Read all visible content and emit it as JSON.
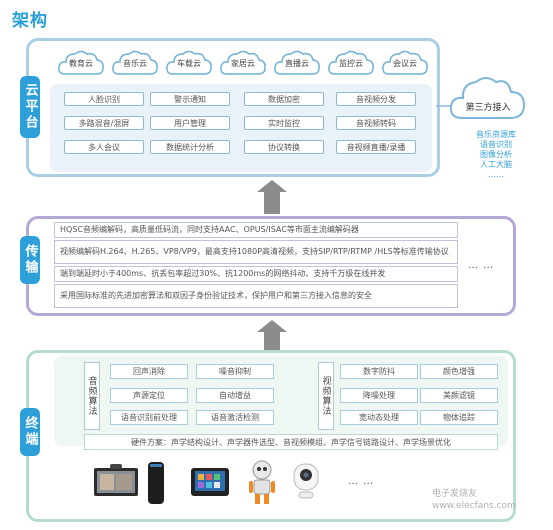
{
  "title": "架构",
  "cloud_platform": {
    "label": "云平台",
    "clouds": [
      "教育云",
      "音乐云",
      "车载云",
      "家居云",
      "直播云",
      "监控云",
      "会议云"
    ],
    "features": [
      [
        "人脸识别",
        "警示通知",
        "数据加密",
        "音视频分发"
      ],
      [
        "多路混音/混屏",
        "用户管理",
        "实时监控",
        "音视频转码"
      ],
      [
        "多人会议",
        "数据统计分析",
        "协议转换",
        "音视频直播/录播"
      ]
    ],
    "third_party": {
      "label": "第三方接入",
      "items": [
        "音乐资源库",
        "语音识别",
        "图像分析",
        "人工大脑",
        "……"
      ]
    }
  },
  "transmission": {
    "label": "传输",
    "rows": [
      "HQSC音频编解码，高质量低码流，同时支持AAC、OPUS/ISAC等市面主流编解码器",
      "视频编解码H.264、H.265、VP8/VP9，最高支持1080P高清视频，支持SIP/RTP/RTMP /HLS等标准传输协议",
      "端到端延时小于400ms、抗丢包率超过30%、抗1200ms的网络抖动、支持千万级在线并发",
      "采用国际标准的先进加密算法和双因子身份验证技术，保护用户和第三方接入信息的安全"
    ],
    "ellipsis": "… …"
  },
  "terminal": {
    "label": "终端",
    "audio": {
      "label": "音频算法",
      "items": [
        "回声消除",
        "噪音抑制",
        "声源定位",
        "自动增益",
        "语音识别前处理",
        "语音激活检测"
      ]
    },
    "video": {
      "label": "视频算法",
      "items": [
        "数字防抖",
        "颜色增强",
        "降噪处理",
        "美颜滤镜",
        "宽动态处理",
        "物体追踪"
      ]
    },
    "hardware": "硬件方案：声学结构设计、声学器件选型、音视频模组、声学信号链路设计、声学场景优化",
    "devices": [
      "video-conference-terminal",
      "smart-speaker",
      "car-head-unit",
      "robot",
      "ip-camera"
    ],
    "ellipsis": "… …"
  },
  "watermark": "电子发烧友 www.elecfans.com"
}
